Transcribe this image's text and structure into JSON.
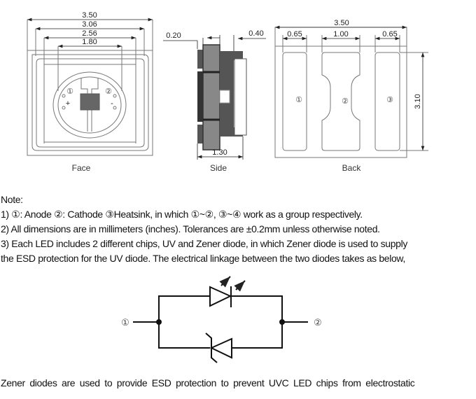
{
  "drawing": {
    "face": {
      "caption": "Face",
      "dims": [
        "3.50",
        "3.06",
        "2.56",
        "1.80"
      ],
      "pin_labels": [
        "①",
        "②"
      ],
      "polarity": [
        "+",
        "-"
      ]
    },
    "side": {
      "caption": "Side",
      "dims": [
        "0.20",
        "0.40",
        "1.30"
      ]
    },
    "back": {
      "caption": "Back",
      "dims": [
        "3.50",
        "0.65",
        "1.00",
        "0.65",
        "3.10"
      ],
      "pad_labels": [
        "①",
        "②",
        "③"
      ]
    }
  },
  "notes": {
    "heading": "Note:",
    "lines": [
      "1) ①: Anode ②: Cathode ③Heatsink, in which ①~②, ③~④ work as a group respectively.",
      "2) All dimensions are in millimeters (inches). Tolerances are ±0.2mm unless otherwise noted.",
      "3) Each LED includes 2 different chips, UV and Zener diode, in which Zener diode is used to supply",
      "the ESD protection for the UV diode. The electrical linkage between the two diodes takes as below,"
    ]
  },
  "circuit": {
    "terminal_left": "①",
    "terminal_right": "②"
  },
  "footer_text": "Zener diodes are used to provide ESD protection to prevent UVC LED chips from electrostatic"
}
